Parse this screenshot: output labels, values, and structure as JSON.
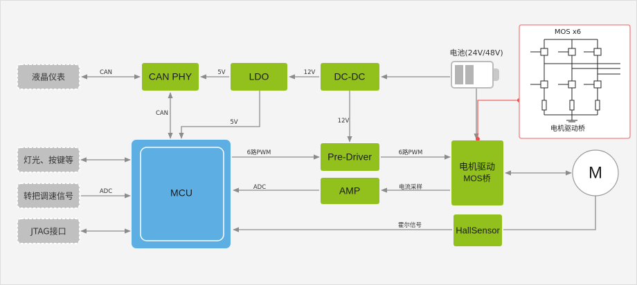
{
  "colors": {
    "module": "#92c11e",
    "mcu": "#5daee3",
    "external": "#c0c0c0",
    "highlight": "#f08080",
    "background": "#f4f4f4"
  },
  "external": {
    "lcd": "液晶仪表",
    "lights": "灯光、按键等",
    "throttle": "转把调速信号",
    "jtag": "JTAG接口"
  },
  "modules": {
    "can_phy": "CAN PHY",
    "ldo": "LDO",
    "dcdc": "DC-DC",
    "pre_driver": "Pre-Driver",
    "amp": "AMP",
    "mcu": "MCU",
    "motor_driver_line1": "电机驱动",
    "motor_driver_line2": "MOS桥",
    "hall": "HallSensor",
    "motor": "M"
  },
  "battery": {
    "label": "电池(24V/48V)"
  },
  "mos_panel": {
    "title": "MOS x6",
    "caption": "电机驱动桥"
  },
  "signals": {
    "can_lcd": "CAN",
    "ldo_can": "5V",
    "dcdc_ldo": "12V",
    "can_mcu": "CAN",
    "ldo_mcu": "5V",
    "dcdc_pre": "12V",
    "mcu_pre": "6路PWM",
    "pre_mos": "6路PWM",
    "mos_amp": "电流采样",
    "amp_mcu": "ADC",
    "throttle_mcu": "ADC",
    "hall_mcu": "霍尔信号"
  }
}
